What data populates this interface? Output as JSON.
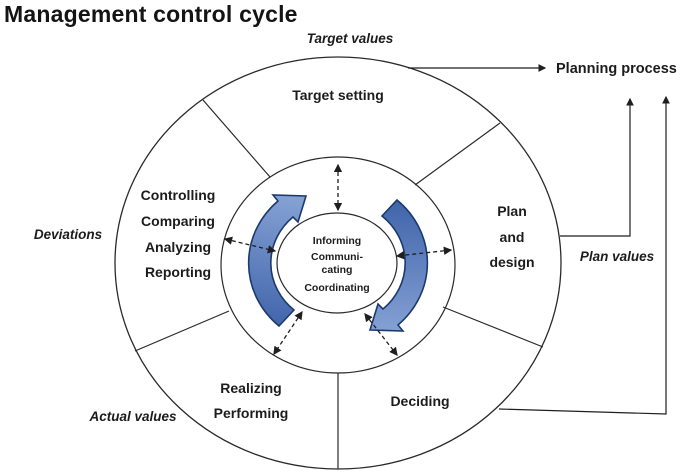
{
  "title": "Management control cycle",
  "outer_labels": {
    "target_values": "Target values",
    "planning_process": "Planning process",
    "plan_values": "Plan values",
    "deviations": "Deviations",
    "actual_values": "Actual values"
  },
  "segments": {
    "target_setting": {
      "lines": [
        "Target setting"
      ]
    },
    "plan_design": {
      "lines": [
        "Plan",
        "and",
        "design"
      ]
    },
    "deciding": {
      "lines": [
        "Deciding"
      ]
    },
    "realizing": {
      "lines": [
        "Realizing",
        "Performing"
      ]
    },
    "controlling": {
      "lines": [
        "Controlling",
        "Comparing",
        "Analyzing",
        "Reporting"
      ]
    }
  },
  "center": {
    "lines": [
      "Informing",
      "Communi-",
      "cating",
      "Coordinating"
    ]
  },
  "colors": {
    "cycle_arrow_dark": "#3f63aa",
    "cycle_arrow_light": "#87a3d5",
    "cycle_arrow_outline": "#1c3a6e",
    "line_color": "#2a2a2a",
    "text_color": "#1c1c1c"
  }
}
